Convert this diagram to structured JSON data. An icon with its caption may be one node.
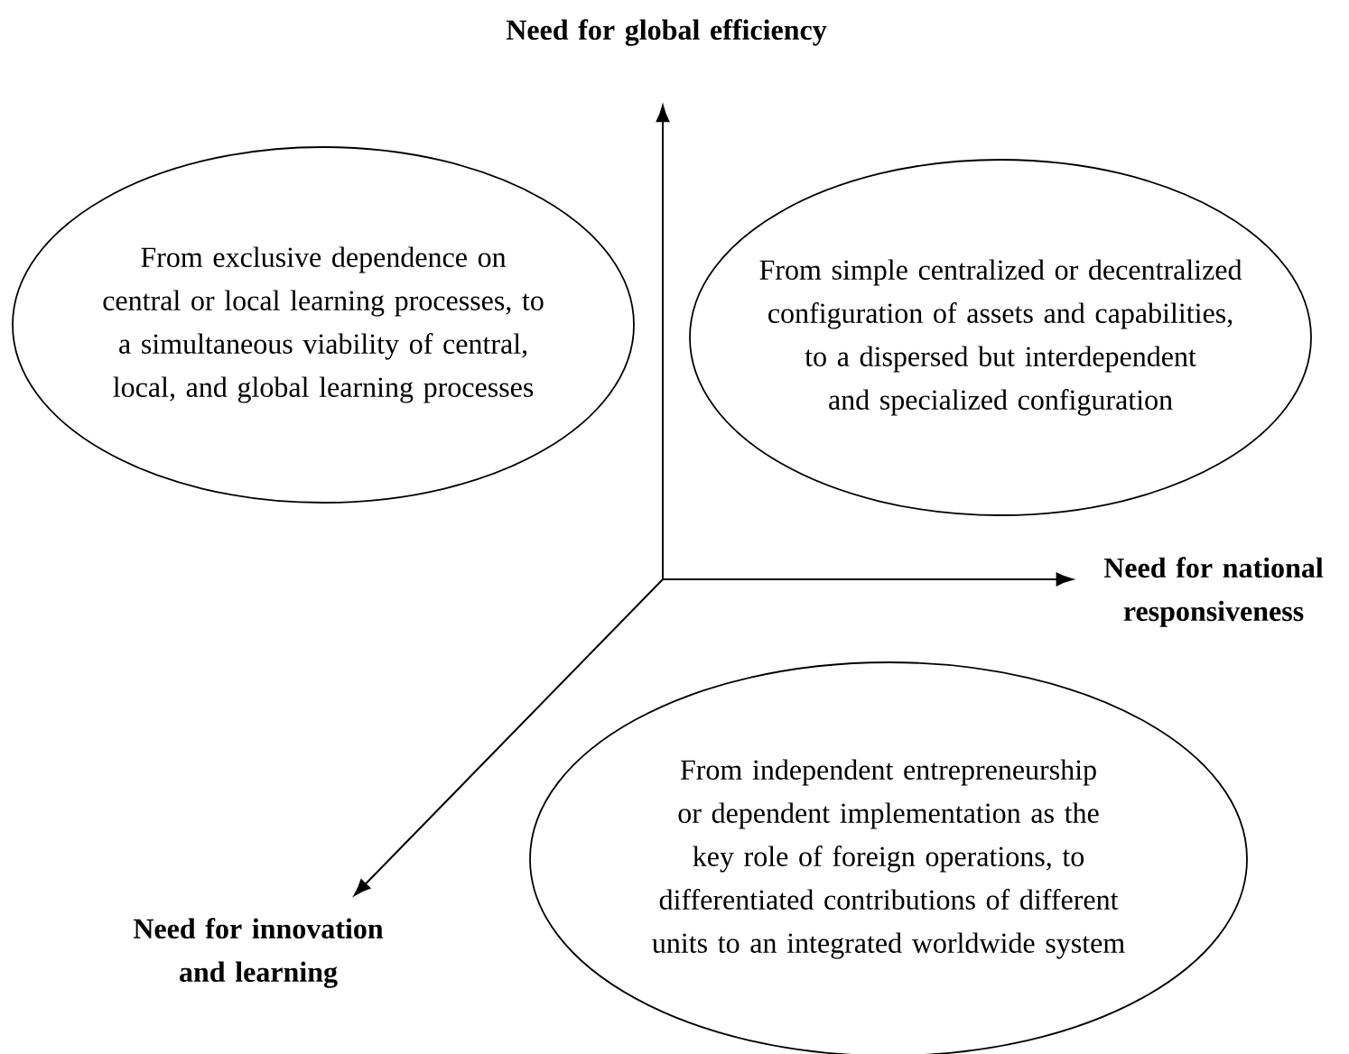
{
  "diagram": {
    "nodes": [
      {
        "text": [
          "Need for global efficiency"
        ]
      },
      {
        "text": [
          "From exclusive dependence on central or local learning processes, to a simultaneous viability of central, local, and global learning processes"
        ]
      },
      {
        "text": [
          "From simple centralized or decentralized configuration of assets and capabilities, to a dispersed but interdependent and specialized configuration"
        ]
      },
      {
        "text": [
          "Need for national responsiveness"
        ]
      },
      {
        "text": [
          "From independent entrepreneurship or dependent implementation as the key role of foreign operations, to differentiated contributions of different units to an integrated worldwide system"
        ]
      },
      {
        "text": [
          "Need for innovation and learning"
        ]
      }
    ],
    "edges": [
      {
        "from": null,
        "to": 0,
        "arrow": "to"
      },
      {
        "from": null,
        "to": 3,
        "arrow": "to"
      },
      {
        "from": null,
        "to": 5,
        "arrow": "to"
      }
    ]
  }
}
